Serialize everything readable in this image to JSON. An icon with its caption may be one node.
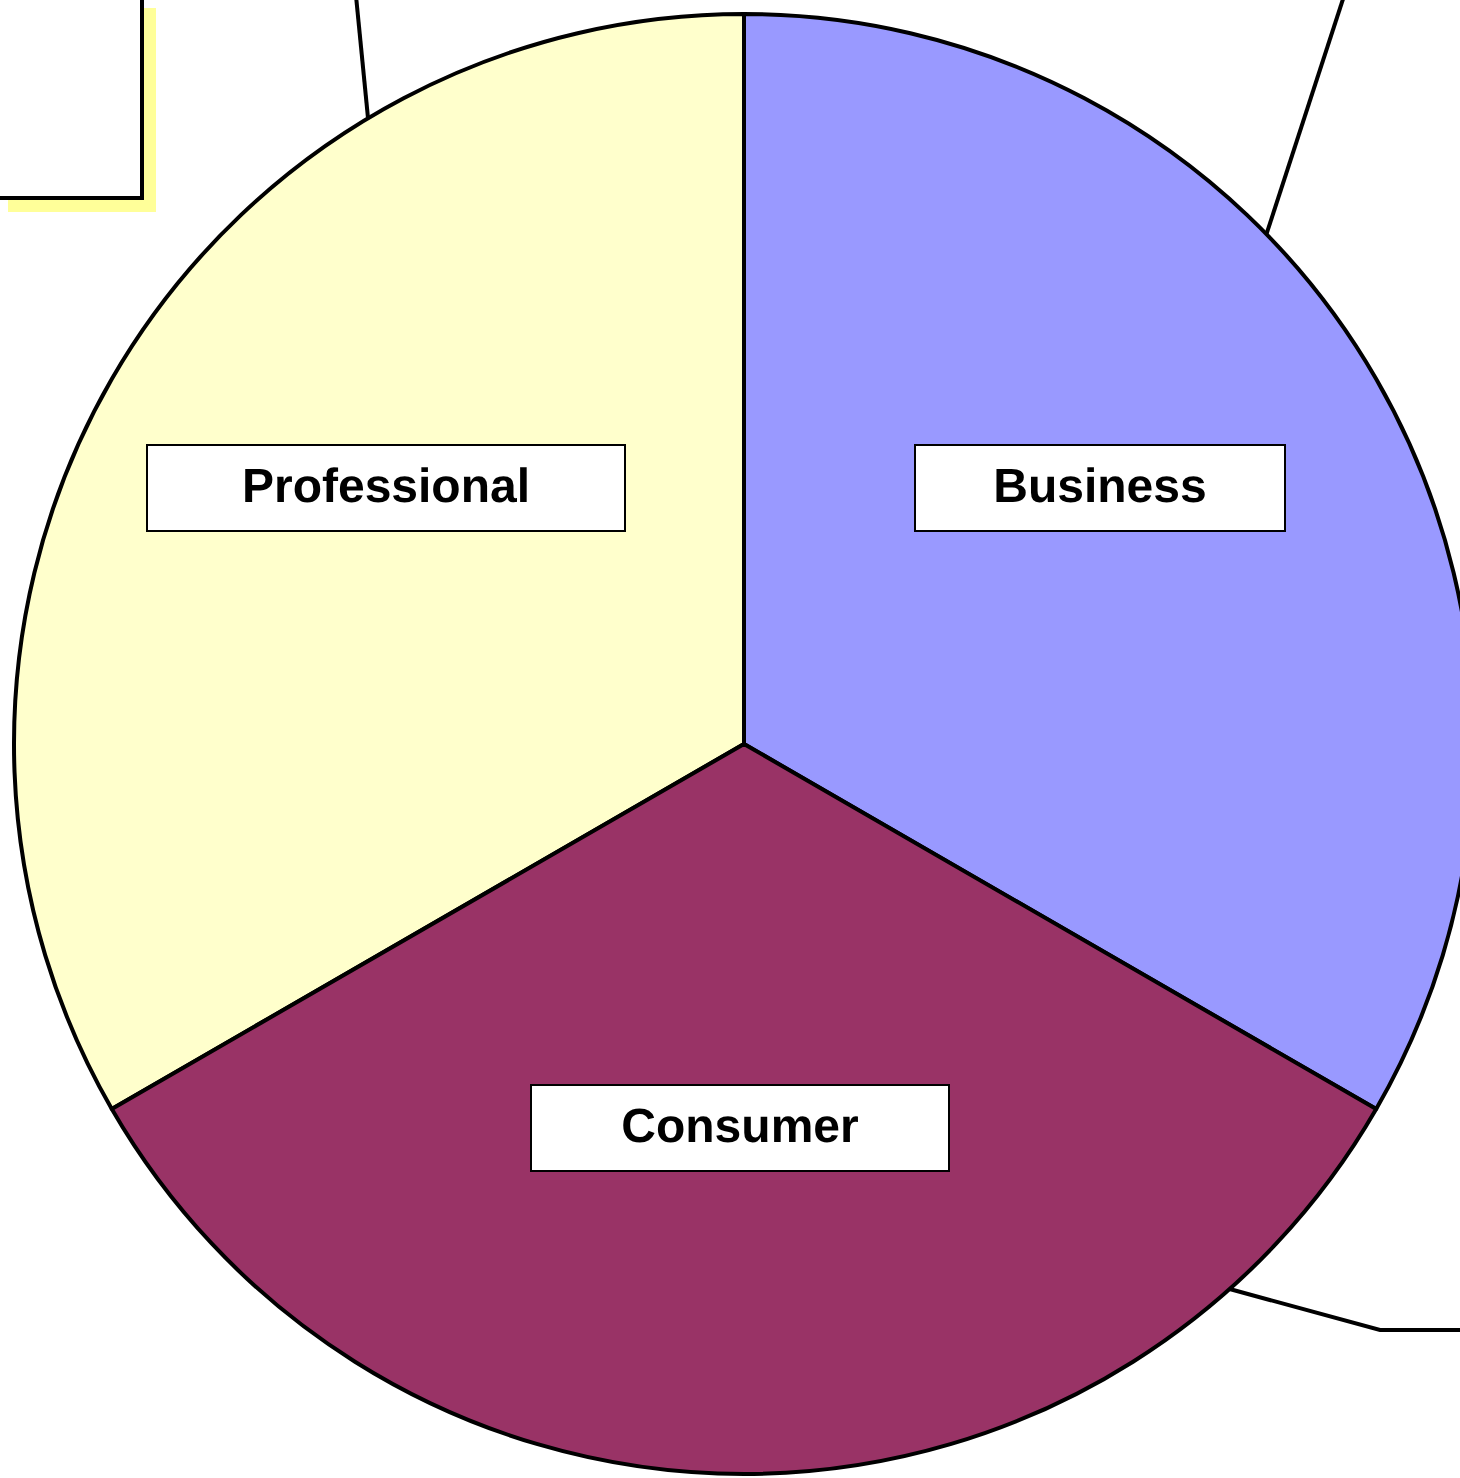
{
  "diagram": {
    "nodes": [
      {
        "text": [],
        "shape": "box"
      },
      {
        "text": [],
        "shape": "circle"
      },
      {
        "text": [
          "Professional"
        ],
        "in": 1
      },
      {
        "text": [
          "Business"
        ],
        "in": 1
      },
      {
        "text": [
          "Consumer"
        ],
        "in": 1
      }
    ],
    "edges": [
      {
        "from": null,
        "to": 1,
        "arrow": "none"
      },
      {
        "from": null,
        "to": 1,
        "arrow": "none"
      },
      {
        "from": null,
        "to": 1,
        "arrow": "none"
      }
    ]
  }
}
